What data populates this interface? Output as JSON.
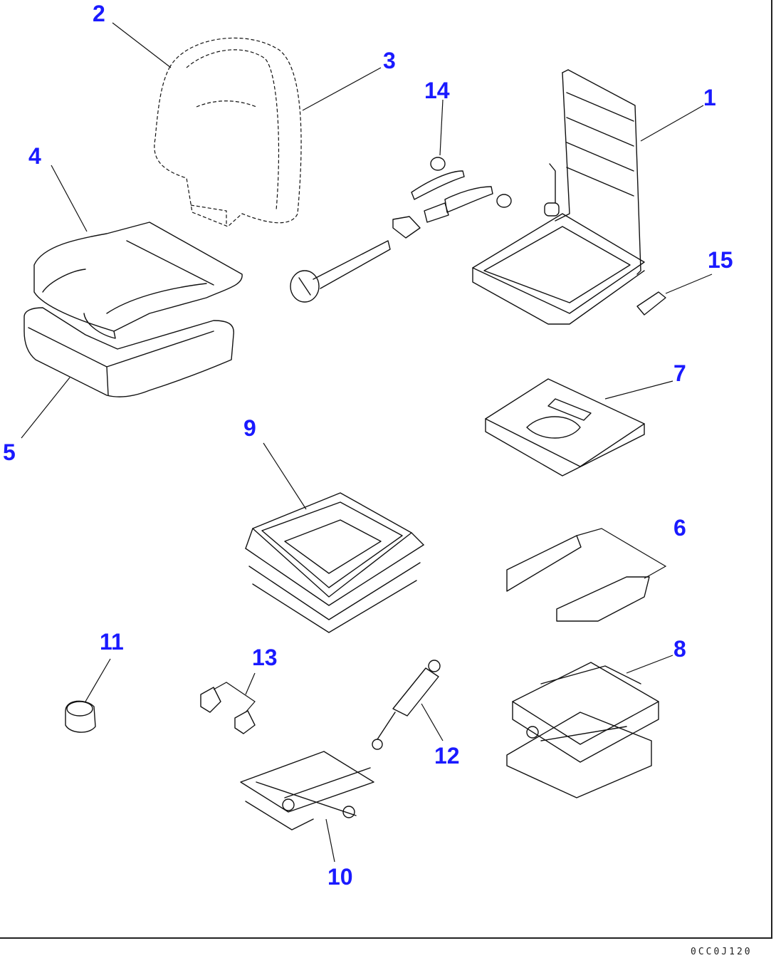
{
  "diagram": {
    "drawing_code": "0CC0J120",
    "callouts": [
      "1",
      "2",
      "3",
      "4",
      "5",
      "6",
      "7",
      "8",
      "9",
      "10",
      "11",
      "12",
      "13",
      "14",
      "15"
    ]
  }
}
